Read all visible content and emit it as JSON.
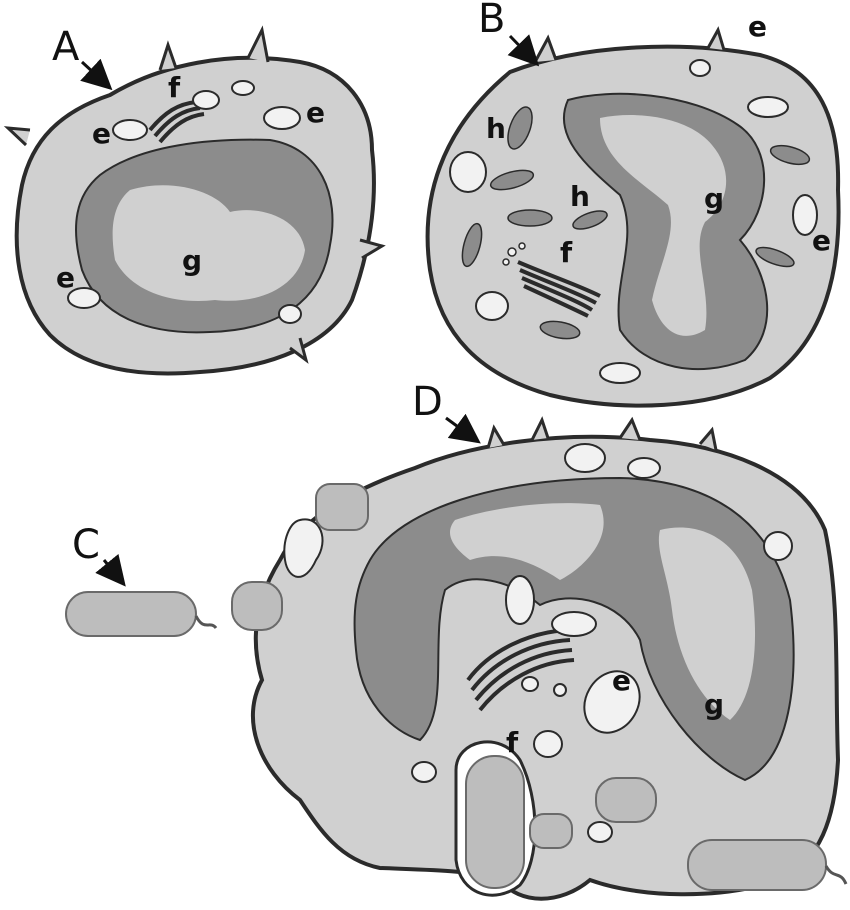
{
  "cells": {
    "A": {
      "label": "A",
      "parts": {
        "f": "f",
        "e1": "e",
        "e2": "e",
        "e3": "e",
        "g": "g"
      }
    },
    "B": {
      "label": "B",
      "parts": {
        "e1": "e",
        "e2": "e",
        "h1": "h",
        "h2": "h",
        "g": "g",
        "f": "f"
      }
    },
    "C": {
      "label": "C"
    },
    "D": {
      "label": "D",
      "parts": {
        "e": "e",
        "f": "f",
        "g": "g"
      }
    }
  },
  "colors": {
    "cytoplasm": "#d0d0d0",
    "nucleus": "#8c8c8c",
    "outline": "#2b2b2b",
    "vesicle": "#f2f2f2",
    "bacterium": "#bdbdbd"
  }
}
